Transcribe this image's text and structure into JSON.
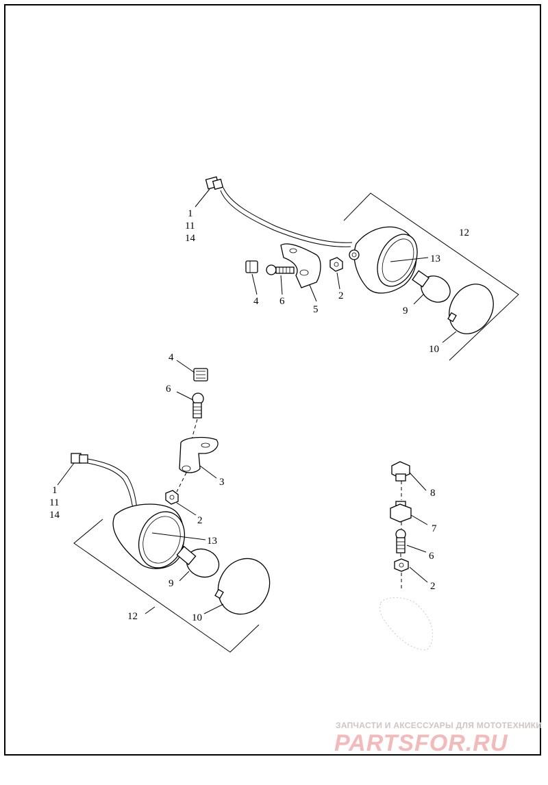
{
  "diagram": {
    "callouts_upper": {
      "c1": "1",
      "c11": "11",
      "c14": "14",
      "c12": "12",
      "c13": "13",
      "c4": "4",
      "c6": "6",
      "c5": "5",
      "c2": "2",
      "c9": "9",
      "c10": "10"
    },
    "callouts_lower_left": {
      "c4": "4",
      "c6": "6",
      "c3": "3",
      "c1": "1",
      "c11": "11",
      "c14": "14",
      "c2": "2",
      "c13": "13",
      "c9": "9",
      "c10": "10",
      "c12": "12"
    },
    "callouts_right": {
      "c8": "8",
      "c7": "7",
      "c6": "6",
      "c2": "2"
    }
  },
  "watermark": {
    "tagline": "ЗАПЧАСТИ И АКСЕССУАРЫ ДЛЯ МОТОТЕХНИКИ",
    "brand": "PARTSFOR.RU"
  }
}
